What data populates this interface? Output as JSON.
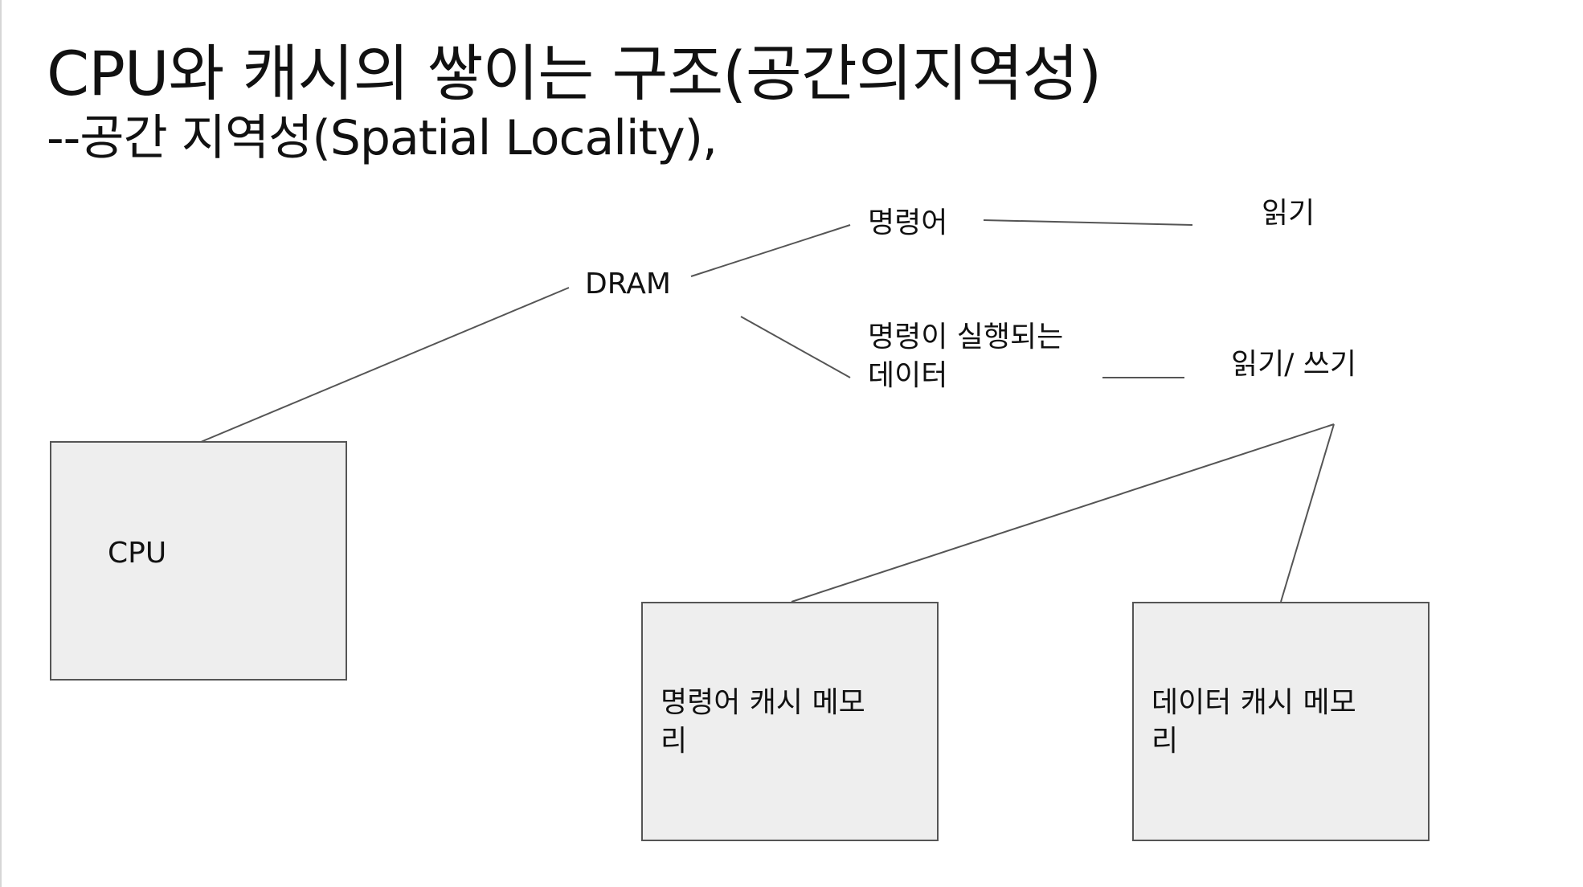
{
  "title": "CPU와 캐시의 쌓이는 구조(공간의지역성)",
  "subtitle": "--공간 지역성(Spatial Locality),",
  "nodes": {
    "dram": "DRAM",
    "instruction": "명령어",
    "instruction_data_line1": "명령이 실행되는",
    "instruction_data_line2": "데이터",
    "read": "읽기",
    "read_write": "읽기/ 쓰기",
    "cpu": "CPU",
    "instruction_cache_line1": "명령어 캐시 메모",
    "instruction_cache_line2": "리",
    "data_cache_line1": "데이터 캐시 메모",
    "data_cache_line2": "리"
  },
  "colors": {
    "box_fill": "#eeeeee",
    "box_border": "#555555",
    "line": "#555555",
    "text": "#111111"
  }
}
